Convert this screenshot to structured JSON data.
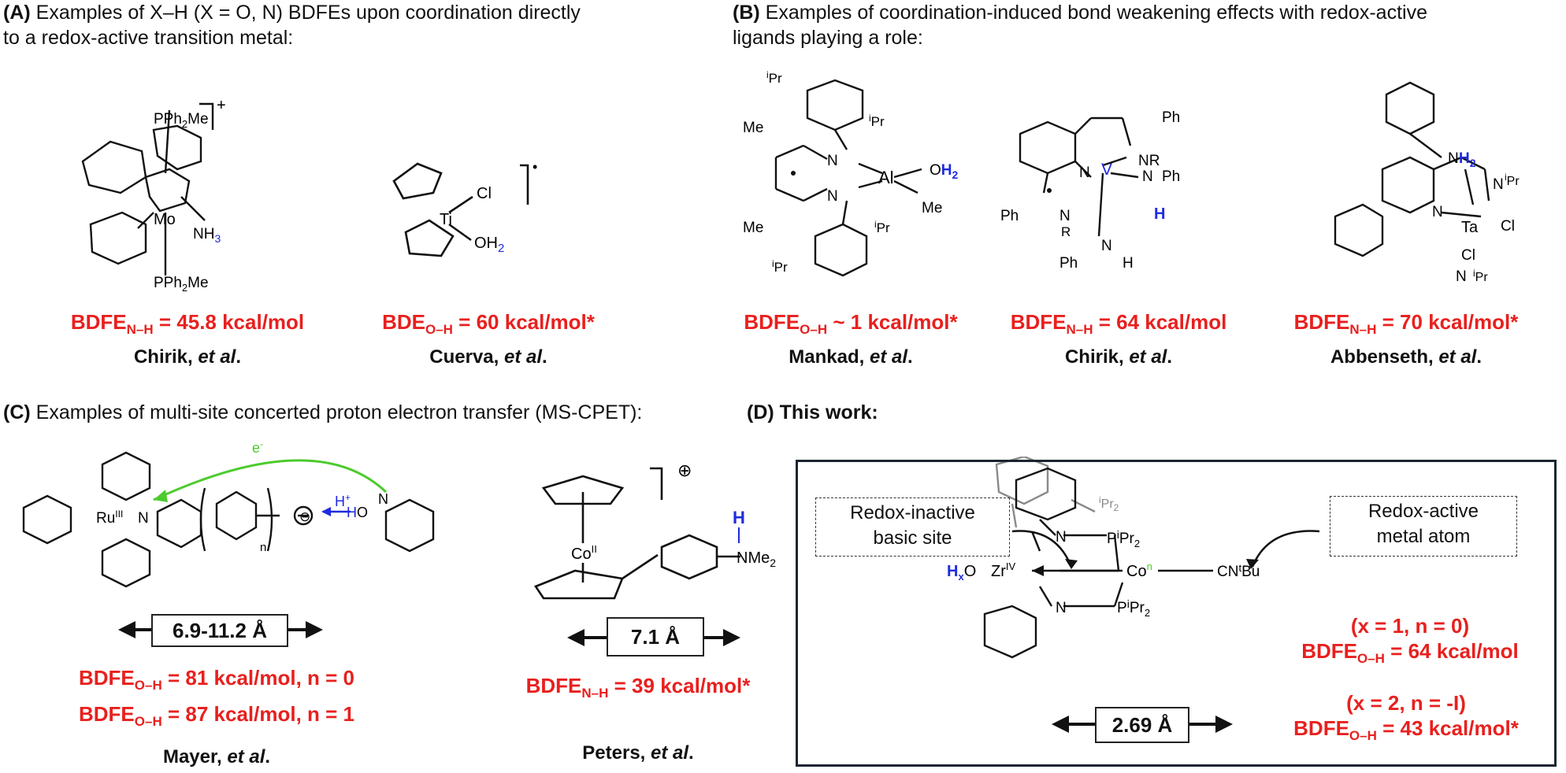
{
  "panels": {
    "A": {
      "letter": "(A)",
      "title_line1": " Examples of X–H (X = O, N) BDFEs upon coordination directly",
      "title_line2": "to a redox-active transition metal:",
      "examples": [
        {
          "value_main": "BDFE",
          "value_sub": "N–H",
          "value_rest": " = 45.8 kcal/mol",
          "cite_name": "Chirik, ",
          "cite_etal": "et al",
          "cite_end": "."
        },
        {
          "value_main": "BDE",
          "value_sub": "O–H",
          "value_rest": " = 60 kcal/mol*",
          "cite_name": "Cuerva, ",
          "cite_etal": "et al",
          "cite_end": "."
        }
      ]
    },
    "B": {
      "letter": "(B)",
      "title_line1": " Examples of coordination-induced bond weakening effects with redox-active",
      "title_line2": "ligands playing a role:",
      "examples": [
        {
          "value_main": "BDFE",
          "value_sub": "O–H",
          "value_rest": " ~ 1 kcal/mol*",
          "cite_name": "Mankad, ",
          "cite_etal": "et al",
          "cite_end": "."
        },
        {
          "value_main": "BDFE",
          "value_sub": "N–H",
          "value_rest": " = 64 kcal/mol",
          "cite_name": "Chirik, ",
          "cite_etal": "et al",
          "cite_end": "."
        },
        {
          "value_main": "BDFE",
          "value_sub": "N–H",
          "value_rest": " = 70 kcal/mol*",
          "cite_name": "Abbenseth, ",
          "cite_etal": "et al",
          "cite_end": "."
        }
      ]
    },
    "C": {
      "letter": "(C)",
      "title": " Examples of multi-site concerted proton electron transfer (MS-CPET):",
      "mayer": {
        "distance": "6.9-11.2 Å",
        "value1_main": "BDFE",
        "value1_sub": "O–H",
        "value1_rest": " = 81 kcal/mol, n = 0",
        "value2_main": "BDFE",
        "value2_sub": "O–H",
        "value2_rest": " = 87 kcal/mol, n = 1",
        "cite_name": "Mayer, ",
        "cite_etal": "et al",
        "cite_end": "."
      },
      "peters": {
        "distance": "7.1 Å",
        "value_main": "BDFE",
        "value_sub": "N–H",
        "value_rest": " = 39 kcal/mol*",
        "cite_name": "Peters, ",
        "cite_etal": "et al",
        "cite_end": "."
      }
    },
    "D": {
      "letter": "(D)",
      "title": " This work:",
      "left_box": [
        "Redox-inactive",
        "basic site"
      ],
      "right_box": [
        "Redox-active",
        "metal atom"
      ],
      "distance": "2.69 Å",
      "case1_cond": "(x = 1, n = 0)",
      "case1_main": "BDFE",
      "case1_sub": "O–H",
      "case1_rest": " = 64 kcal/mol",
      "case2_cond": "(x = 2, n = -I)",
      "case2_main": "BDFE",
      "case2_sub": "O–H",
      "case2_rest": " = 43 kcal/mol*"
    }
  },
  "colors": {
    "red": "#e8201e",
    "blue": "#1f2be0",
    "green": "#4ccb2d",
    "gray": "#8a8a8a",
    "ink": "#111111"
  }
}
